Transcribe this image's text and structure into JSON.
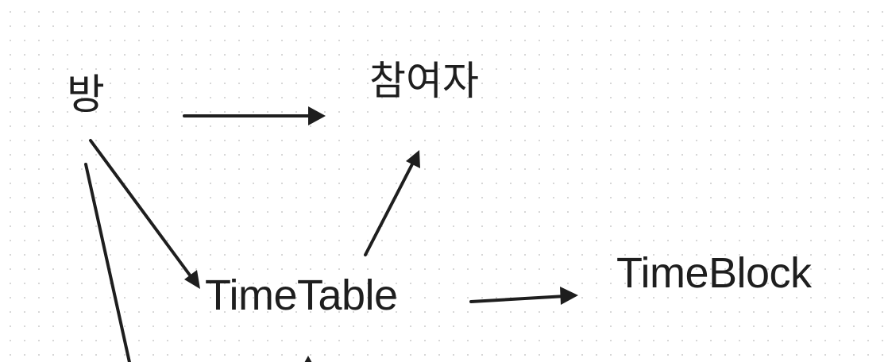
{
  "diagram": {
    "nodes": {
      "room": {
        "label": "방"
      },
      "participant": {
        "label": "참여자"
      },
      "timetable": {
        "label": "TimeTable"
      },
      "timeblock": {
        "label": "TimeBlock"
      }
    },
    "edges": [
      {
        "from": "room",
        "to": "participant"
      },
      {
        "from": "room",
        "to": "timetable"
      },
      {
        "from": "timetable",
        "to": "participant"
      },
      {
        "from": "timetable",
        "to": "timeblock"
      }
    ]
  },
  "colors": {
    "background": "#ffffff",
    "grid_dot": "#d4d4d4",
    "ink": "#1e1e1e"
  }
}
